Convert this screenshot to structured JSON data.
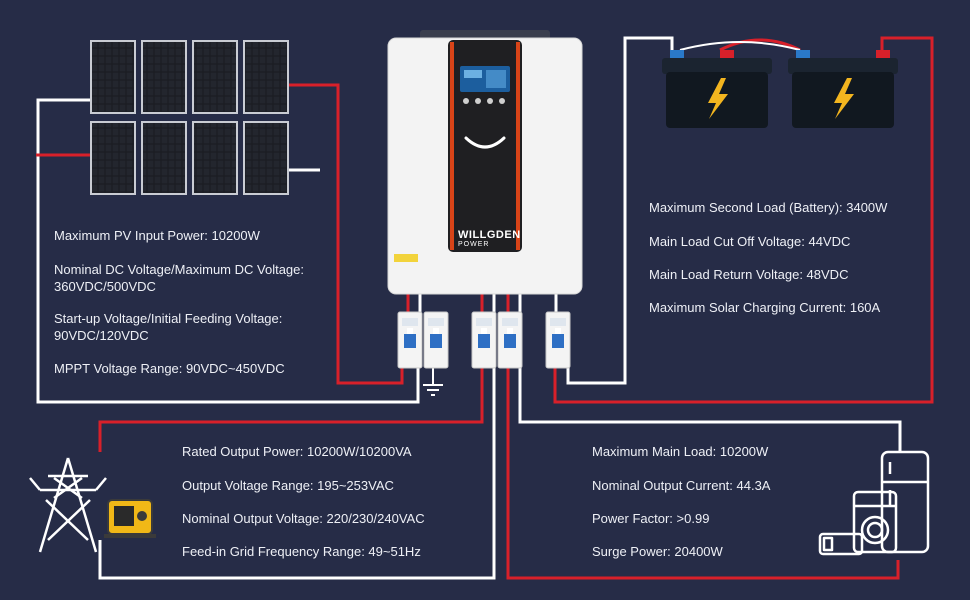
{
  "brand": {
    "name": "WILLGDEN",
    "subtitle": "POWER"
  },
  "colors": {
    "background": "#262c47",
    "ac_wire": "#d8202a",
    "dc_wire": "#ffffff",
    "battery_bolt": "#f3b51f"
  },
  "icons": [
    "solar-panel-icon",
    "inverter-icon",
    "battery-icon",
    "circuit-breaker-icon",
    "ground-icon",
    "transmission-tower-icon",
    "generator-icon",
    "home-appliances-icon"
  ],
  "pv_specs": [
    "Maximum PV Input Power: 10200W",
    "Nominal DC Voltage/Maximum DC Voltage:\n360VDC/500VDC",
    "Start-up Voltage/Initial Feeding Voltage:\n90VDC/120VDC",
    "MPPT Voltage Range: 90VDC~450VDC"
  ],
  "battery_specs": [
    "Maximum Second Load (Battery): 3400W",
    "Main Load Cut Off Voltage: 44VDC",
    "Main Load Return Voltage: 48VDC",
    "Maximum Solar Charging Current: 160A"
  ],
  "grid_specs": [
    "Rated Output Power: 10200W/10200VA",
    "Output Voltage Range: 195~253VAC",
    "Nominal Output Voltage: 220/230/240VAC",
    "Feed-in Grid Frequency Range: 49~51Hz"
  ],
  "load_specs": [
    "Maximum Main Load: 10200W",
    "Nominal Output Current: 44.3A",
    "Power Factor: >0.99",
    "Surge Power: 20400W"
  ]
}
